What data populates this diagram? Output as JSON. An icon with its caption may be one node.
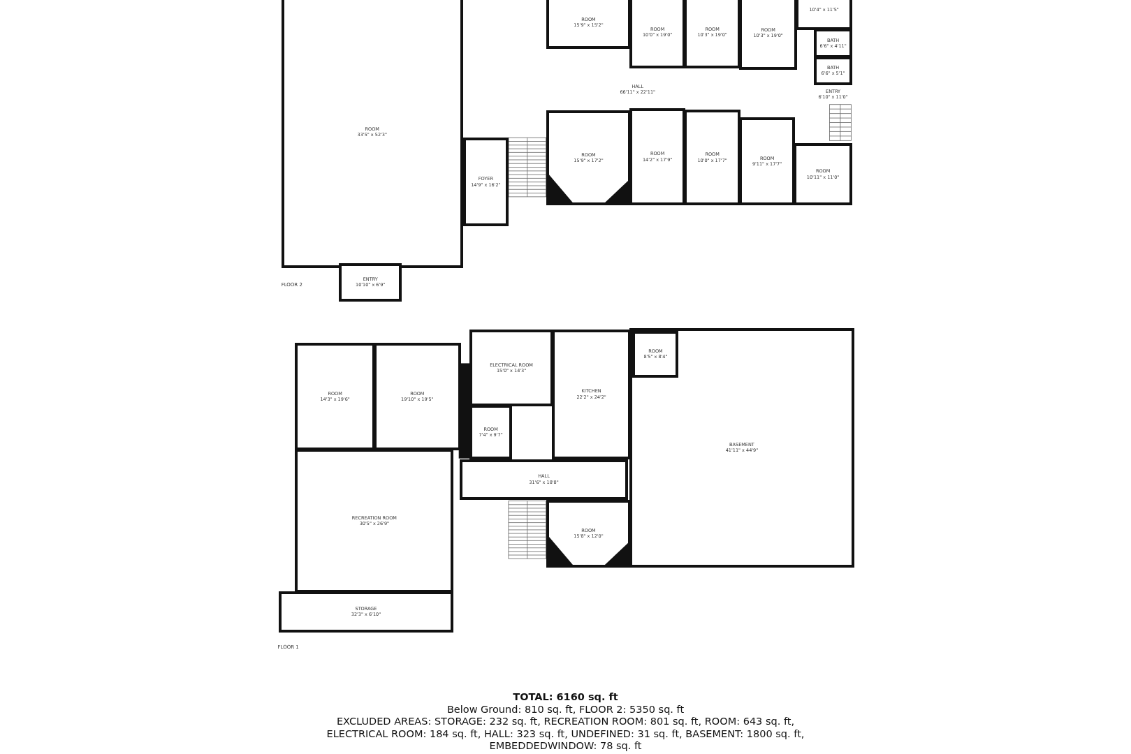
{
  "diagram": {
    "nodes": [
      {
        "text": [
          "ROOM",
          "15'9\" x 15'2\""
        ]
      },
      {
        "text": [
          "ROOM",
          "10'0\" x 19'0\""
        ]
      },
      {
        "text": [
          "ROOM",
          "10'3\" x 19'0\""
        ]
      },
      {
        "text": [
          "ROOM",
          "10'3\" x 19'0\""
        ]
      },
      {
        "text": [
          "10'4\" x 11'5\""
        ]
      },
      {
        "text": [
          "BATH",
          "6'6\" x 4'11\""
        ]
      },
      {
        "text": [
          "BATH",
          "6'6\" x 5'1\""
        ]
      },
      {
        "text": [
          "HALL",
          "66'11\" x 22'11\""
        ]
      },
      {
        "text": [
          "ENTRY",
          "6'10\" x 11'0\""
        ]
      },
      {
        "text": [
          "ROOM",
          "33'5\" x 52'3\""
        ]
      },
      {
        "text": [
          "ROOM",
          "15'9\" x 17'2\""
        ]
      },
      {
        "text": [
          "ROOM",
          "14'2\" x 17'9\""
        ]
      },
      {
        "text": [
          "ROOM",
          "10'0\" x 17'7\""
        ]
      },
      {
        "text": [
          "ROOM",
          "9'11\" x 17'7\""
        ]
      },
      {
        "text": [
          "FOYER",
          "14'9\" x 16'2\""
        ]
      },
      {
        "text": [
          "ROOM",
          "10'11\" x 11'0\""
        ]
      },
      {
        "text": [
          "ENTRY",
          "10'10\" x 6'9\""
        ]
      },
      {
        "text": [
          "ELECTRICAL ROOM",
          "15'0\" x 14'3\""
        ]
      },
      {
        "text": [
          "BASEMENT",
          "41'11\" x 44'9\""
        ]
      },
      {
        "text": [
          "ROOM",
          "8'5\" x 8'4\""
        ],
        "in": 18
      },
      {
        "text": [
          "ROOM",
          "14'3\" x 19'6\""
        ]
      },
      {
        "text": [
          "ROOM",
          "19'10\" x 19'5\""
        ]
      },
      {
        "text": [
          "KITCHEN",
          "22'2\" x 24'2\""
        ]
      },
      {
        "text": [
          "ROOM",
          "7'4\" x 9'7\""
        ]
      },
      {
        "text": [
          "HALL",
          "31'6\" x 18'8\""
        ]
      },
      {
        "text": [
          "RECREATION ROOM",
          "30'5\" x 26'9\""
        ]
      },
      {
        "text": [
          "ROOM",
          "15'8\" x 12'0\""
        ]
      },
      {
        "text": [
          "STORAGE",
          "32'3\" x 6'10\""
        ]
      }
    ],
    "edges": [],
    "labels": [
      "FLOOR 2",
      "FLOOR 1",
      "TOTAL: 6160 sq. ft",
      "Below Ground: 810 sq. ft, FLOOR 2: 5350 sq. ft",
      "EXCLUDED AREAS: STORAGE: 232 sq. ft, RECREATION ROOM: 801 sq. ft, ROOM: 643 sq. ft, ELECTRICAL ROOM: 184 sq. ft, HALL: 323 sq. ft, UNDEFINED: 31 sq. ft, BASEMENT: 1800 sq. ft, EMBEDDEDWINDOW: 78 sq. ft"
    ]
  }
}
